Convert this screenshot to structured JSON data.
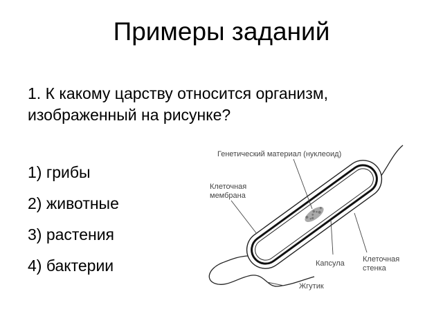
{
  "slide": {
    "title": "Примеры заданий",
    "question_line1": "1. К какому царству относится организм,",
    "question_line2": "изображенный на рисунке?",
    "answers": [
      "1) грибы",
      "2) животные",
      "3) растения",
      "4) бактерии"
    ]
  },
  "figure": {
    "label_nucleoid": "Генетический материал (нуклеоид)",
    "label_membrane_1": "Клеточная",
    "label_membrane_2": "мембрана",
    "label_capsule": "Капсула",
    "label_wall_1": "Клеточная",
    "label_wall_2": "стенка",
    "label_flagellum": "Жгутик"
  }
}
